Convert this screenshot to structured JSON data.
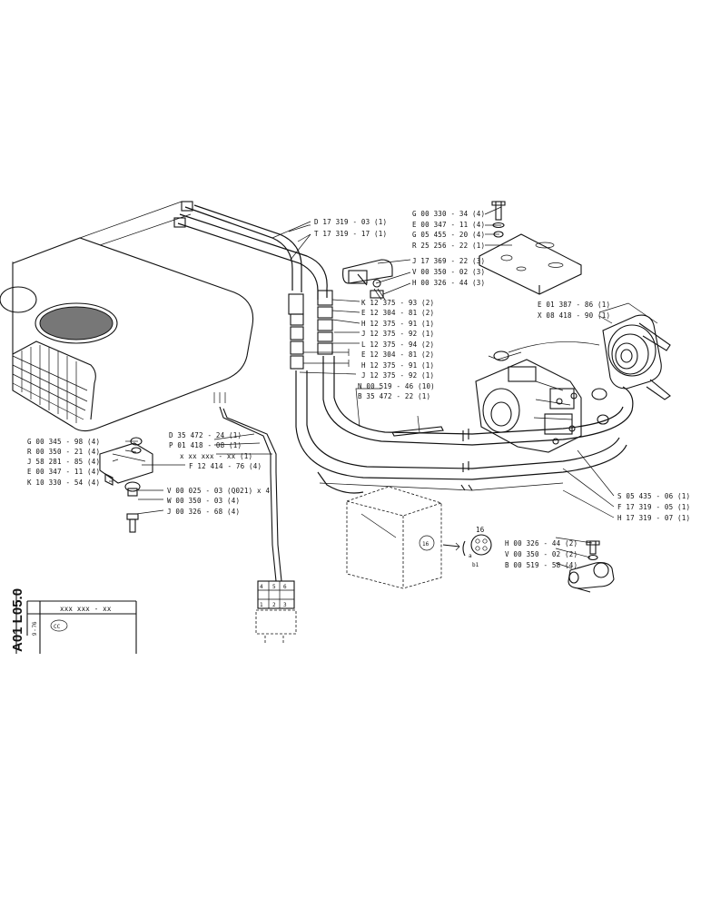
{
  "drawing": {
    "code": "A01 L05.0",
    "ref_box": "xxx xxx - xx",
    "date": "9 - 76",
    "cc_mark": "CC"
  },
  "labels": {
    "top_hoses": [
      "D 17 319 - 03 (1)",
      "T 17 319 - 17 (1)"
    ],
    "clamp_top": [
      "J 17 369 - 22 (3)",
      "V 00 350 - 02 (3)",
      "H 00 326 - 44 (3)"
    ],
    "top_right_bracket": [
      "G 00 330 - 34 (4)",
      "E 00 347 - 11 (4)",
      "G 05 455 - 20 (4)",
      "R 25 256 - 22 (1)"
    ],
    "fittings": [
      "K 12 375 - 93 (2)",
      "E 12 304 - 81 (2)",
      "H 12 375 - 91 (1)",
      "J 12 375 - 92 (1)",
      "L 12 375 - 94 (2)",
      "E 12 304 - 81 (2)",
      "H 12 375 - 91 (1)",
      "J 12 375 - 92 (1)",
      "N 00 519 - 46 (10)",
      "B 35 472 - 22 (1)"
    ],
    "clutch": [
      "E 01 387 - 86 (1)",
      "X 08 418 - 90 (1)"
    ],
    "wiring": [
      "D 35 472 - 24 (1)",
      "P 01 418 - 08 (1)",
      "x xx xxx - xx (1)",
      "F 12 414 - 76 (4)"
    ],
    "left_bracket": [
      "G 00 345 - 98 (4)",
      "R 00 350 - 21 (4)",
      "J 58 281 - 85 (4)",
      "E 00 347 - 11 (4)",
      "K 10 330 - 54 (4)"
    ],
    "mount_bolts": [
      "V 00 025 - 03 (Q021) x 4",
      "W 00 350 - 03 (4)",
      "J 00 326 - 68 (4)"
    ],
    "compressor": [
      "S 05 435 - 06 (1)",
      "F 17 319 - 05 (1)",
      "H 17 319 - 07 (1)"
    ],
    "clamp_bottom": [
      "H 00 326 - 44 (2)",
      "V 00 350 - 02 (2)",
      "B 00 519 - 58 (4)"
    ],
    "connector_pin": "16"
  }
}
